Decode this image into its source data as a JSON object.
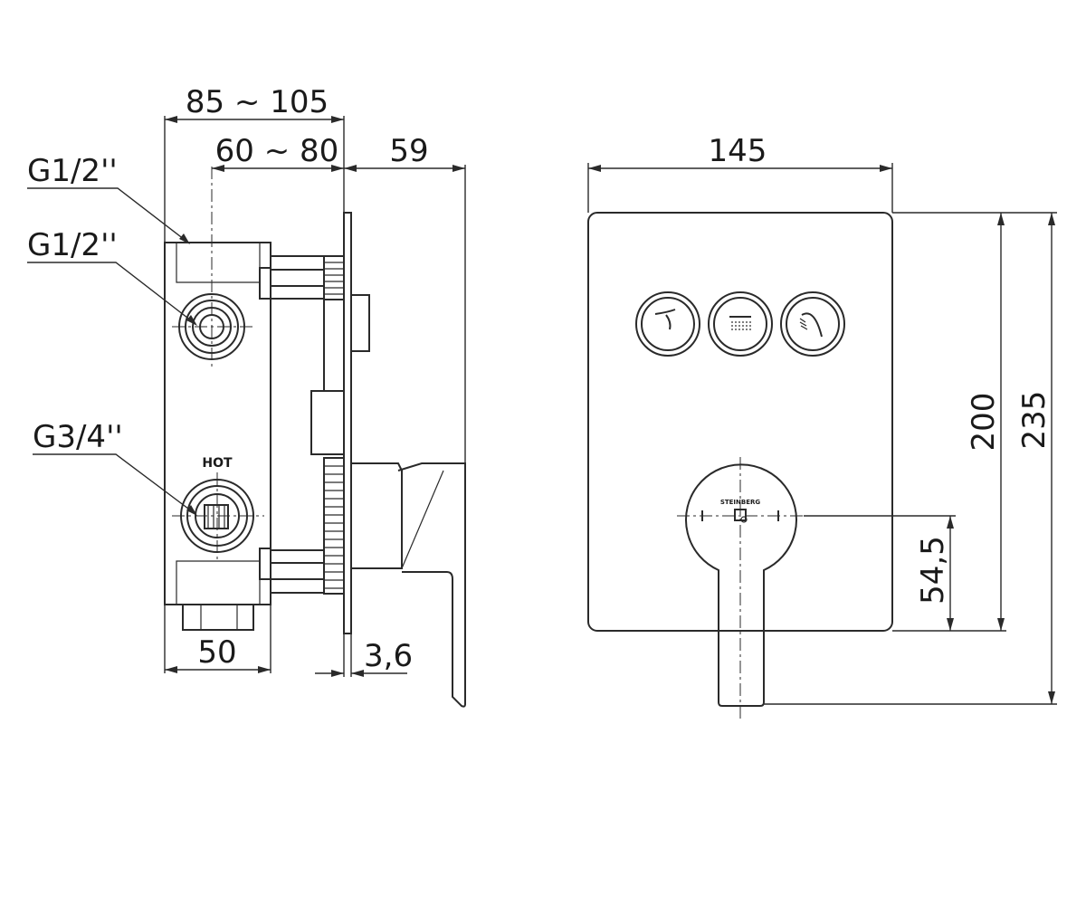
{
  "side_view": {
    "depth_range_total": "85 ~ 105",
    "depth_range_inner": "60 ~ 80",
    "projection": "59",
    "body_width": "50",
    "plate_thickness": "3,6",
    "ports": [
      "G1/2''",
      "G1/2''",
      "G3/4''"
    ],
    "hot_label": "HOT"
  },
  "front_view": {
    "plate_width": "145",
    "plate_height": "200",
    "overall_height": "235",
    "lever_center_height": "54,5",
    "brand": "STEINBERG",
    "buttons": [
      "tub-spout-icon",
      "rain-shower-icon",
      "hand-shower-icon"
    ]
  }
}
